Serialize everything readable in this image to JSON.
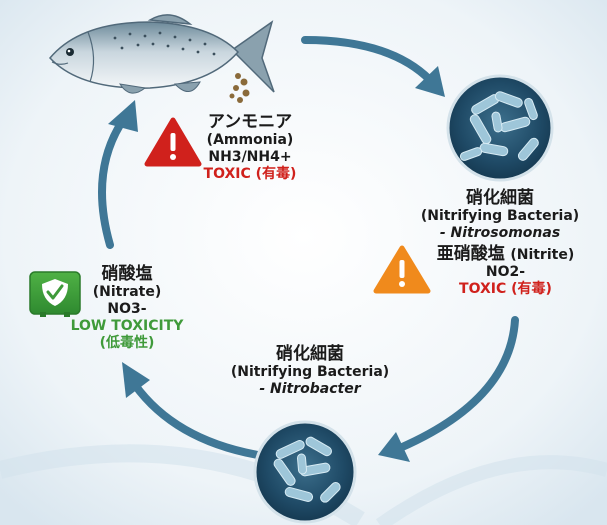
{
  "ammonia": {
    "name_ja": "アンモニア",
    "name_en": "(Ammonia)",
    "formula": "NH3/NH4+",
    "toxicity": "TOXIC (有毒)"
  },
  "bacteria_top": {
    "name_ja": "硝化細菌",
    "name_en": "(Nitrifying Bacteria)",
    "genus": "- Nitrosomonas"
  },
  "nitrite": {
    "name_ja": "亜硝酸塩",
    "name_en": "(Nitrite)",
    "formula": "NO2-",
    "toxicity": "TOXIC (有毒)"
  },
  "bacteria_bottom": {
    "name_ja": "硝化細菌",
    "name_en": "(Nitrifying Bacteria)",
    "genus": "- Nitrobacter"
  },
  "nitrate": {
    "name_ja": "硝酸塩",
    "name_en": "(Nitrate)",
    "formula": "NO3-",
    "toxicity_en": "LOW TOXICITY",
    "toxicity_ja": "(低毒性)"
  },
  "colors": {
    "arrow": "#3f7796",
    "toxic_red": "#d0211c",
    "warning_orange": "#f08a1c",
    "safe_green": "#3f9a3a",
    "bacteria_bg": "#1f4a66"
  }
}
